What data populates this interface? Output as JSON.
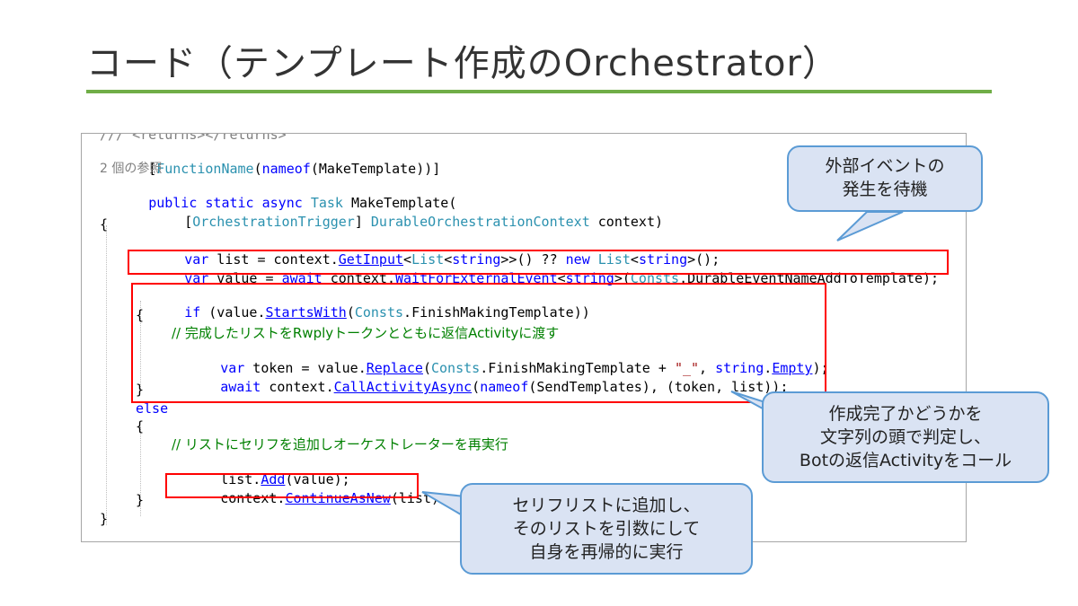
{
  "slide": {
    "title": "コード（テンプレート作成のOrchestrator）"
  },
  "code": {
    "line_returns": "/// <returns></returns>",
    "line_attr": [
      "[",
      "FunctionName",
      "(",
      "nameof",
      "(MakeTemplate))]"
    ],
    "line_refs": "2 個の参照",
    "line_sig": [
      "public static async ",
      "Task",
      " MakeTemplate("
    ],
    "line_param": [
      "[",
      "OrchestrationTrigger",
      "] ",
      "DurableOrchestrationContext",
      " context)"
    ],
    "line_open1": "{",
    "line_var_list": [
      "var",
      " list = context.",
      "GetInput",
      "<",
      "List",
      "<",
      "string",
      ">>() ?? ",
      "new",
      " ",
      "List",
      "<",
      "string",
      ">();"
    ],
    "line_var_value": [
      "var",
      " value = ",
      "await",
      " context.",
      "WaitForExternalEvent",
      "<",
      "string",
      ">(",
      "Consts",
      ".",
      "DurableEventNameAddToTemplate",
      ");"
    ],
    "line_if": [
      "if",
      " (value.",
      "StartsWith",
      "(",
      "Consts",
      ".",
      "FinishMakingTemplate",
      "))"
    ],
    "line_open2": "{",
    "line_comment1": "// 完成したリストをRwplyトークンとともに返信Activityに渡す",
    "line_token": [
      "var",
      " token = value.",
      "Replace",
      "(",
      "Consts",
      ".",
      "FinishMakingTemplate",
      " + ",
      "\"_\"",
      ", ",
      "string",
      ".",
      "Empty",
      ");"
    ],
    "line_call": [
      "await",
      " context.",
      "CallActivityAsync",
      "(",
      "nameof",
      "(SendTemplates), (token, list));"
    ],
    "line_close2": "}",
    "line_else": "else",
    "line_open3": "{",
    "line_comment2": "// リストにセリフを追加しオーケストレーターを再実行",
    "line_add": [
      "list.",
      "Add",
      "(value);"
    ],
    "line_continue": [
      "context.",
      "ContinueAsNew",
      "(list);"
    ],
    "line_close3": "}",
    "line_close1": "}"
  },
  "callouts": {
    "external_event": [
      "外部イベントの",
      "発生を待機"
    ],
    "finish_check": [
      "作成完了かどうかを",
      "文字列の頭で判定し、",
      "Botの返信Activityをコール"
    ],
    "continue_as_new": [
      "セリフリストに追加し、",
      "そのリストを引数にして",
      "自身を再帰的に実行"
    ]
  },
  "colors": {
    "accent_rule": "#70ad47",
    "highlight_box": "#ff0000",
    "callout_fill": "#dae3f3",
    "callout_border": "#5b9bd5",
    "keyword": "#0000ff",
    "type": "#2b91af",
    "comment": "#008000",
    "string": "#a31515"
  }
}
